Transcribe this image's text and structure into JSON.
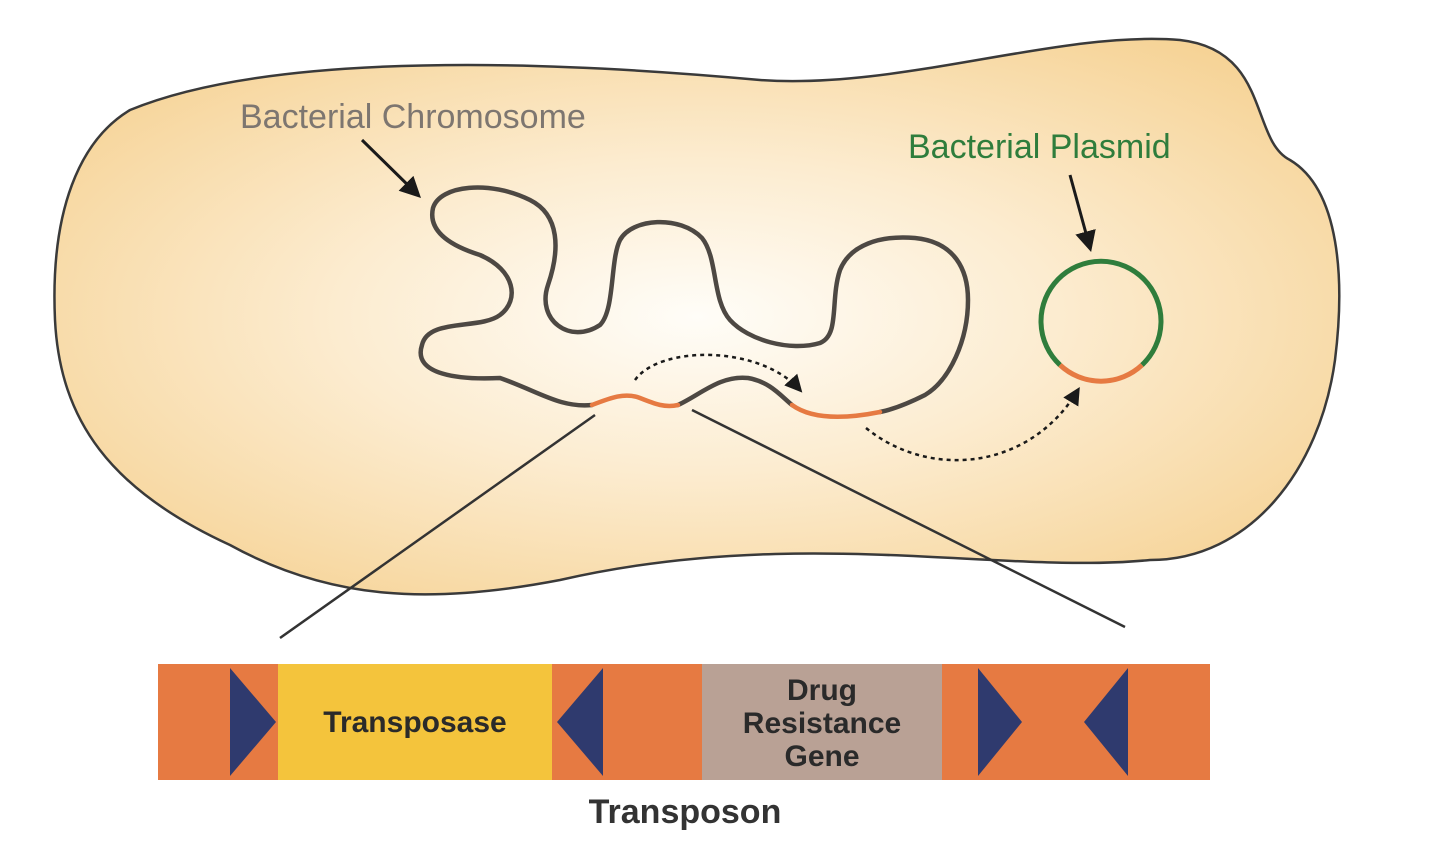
{
  "cell": {
    "chromosome_label": "Bacterial Chromosome",
    "plasmid_label": "Bacterial Plasmid"
  },
  "transposon": {
    "title": "Transposon",
    "transposase_label": "Transposase",
    "resistance_gene_label_lines": [
      "Drug",
      "Resistance",
      "Gene"
    ]
  },
  "colors": {
    "cell_fill_center": "#fffdf8",
    "cell_fill_edge": "#f7d69a",
    "cell_outline": "#3a3a3a",
    "chromosome": "#4d4843",
    "transposon_orange": "#e67a42",
    "plasmid_green": "#2f7d3c",
    "transposase_yellow": "#f4c43c",
    "resistance_gene_taupe": "#b9a195",
    "repeat_triangle_navy": "#2f3a6e",
    "arrow": "#1a1a1a"
  }
}
